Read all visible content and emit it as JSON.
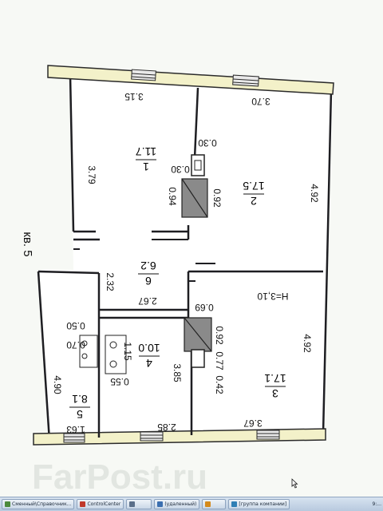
{
  "apartment_label": "кв. 5",
  "ceiling_height": "H=3,10",
  "watermark": "FarPost.ru",
  "rooms": [
    {
      "number": "1",
      "area": "11.7"
    },
    {
      "number": "2",
      "area": "17.5"
    },
    {
      "number": "6",
      "area": "6.2"
    },
    {
      "number": "4",
      "area": "10.0"
    },
    {
      "number": "3",
      "area": "17.1"
    },
    {
      "number": "5",
      "area": "8.1"
    }
  ],
  "dimensions": {
    "d_3_15": "3.15",
    "d_3_70": "3.70",
    "d_4_92_top": "4.92",
    "d_4_92_bottom": "4.92",
    "d_3_79": "3.79",
    "d_0_30_a": "0.30",
    "d_0_30_b": "0.30",
    "d_0_94": "0.94",
    "d_0_92_a": "0.92",
    "d_2_32": "2.32",
    "d_2_67": "2.67",
    "d_0_69": "0.69",
    "d_0_92_b": "0.92",
    "d_0_77": "0.77",
    "d_0_42": "0.42",
    "d_0_50": "0.50",
    "d_0_70": "0.70",
    "d_1_15": "1.15",
    "d_0_55": "0.55",
    "d_3_85": "3.85",
    "d_4_90": "4.90",
    "d_1_63": "1.63",
    "d_2_85": "2.85",
    "d_3_67": "3.67"
  },
  "taskbar": {
    "items": [
      {
        "label": "Сменный\\Справочник...",
        "color": "#4c8a3c"
      },
      {
        "label": "ControlCenter",
        "color": "#c0392b"
      },
      {
        "label": "",
        "color": "#5a6f8a"
      },
      {
        "label": "(удаленный)",
        "color": "#3b6fb0"
      },
      {
        "label": "",
        "color": "#d48a1c"
      },
      {
        "label": "[группа компании]",
        "color": "#2f7fb5"
      }
    ],
    "clock": "9:..."
  }
}
